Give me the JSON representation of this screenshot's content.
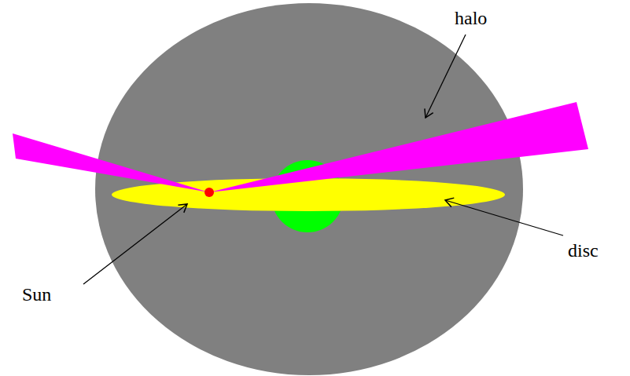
{
  "diagram": {
    "labels": [
      "halo",
      "disc",
      "Sun"
    ]
  }
}
